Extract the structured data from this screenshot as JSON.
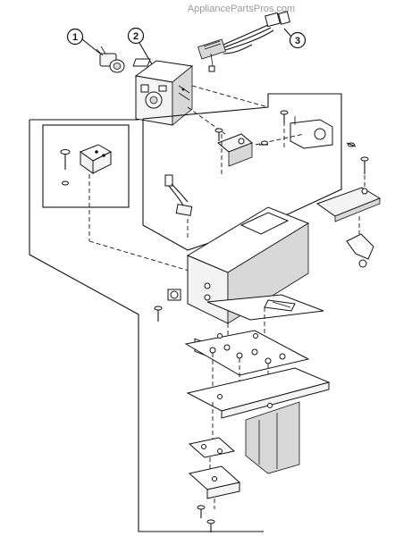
{
  "watermark": "AppliancePartsPros.com",
  "callouts": [
    {
      "number": "1",
      "part": "switch-knob"
    },
    {
      "number": "2",
      "part": "timer"
    },
    {
      "number": "3",
      "part": "wire-harness"
    }
  ]
}
